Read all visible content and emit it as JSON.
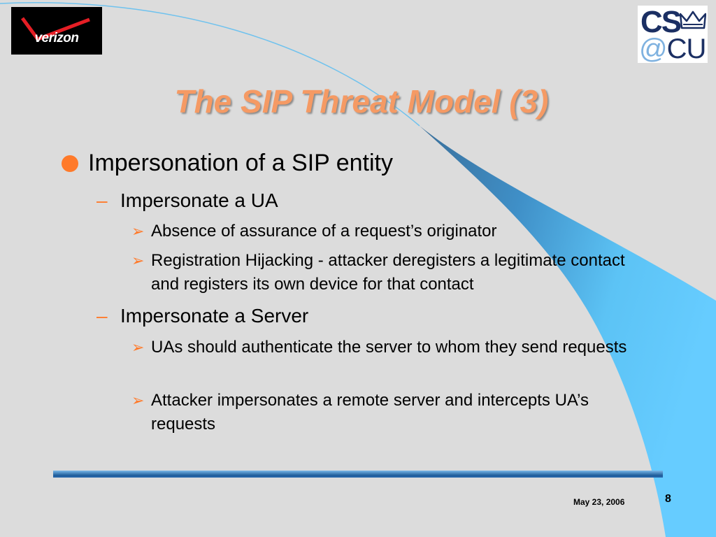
{
  "logos": {
    "left_wordmark": "verizon",
    "right_top": "CS",
    "right_bottom_at": "@",
    "right_bottom_rest": "CU",
    "right_icon": "crown-icon"
  },
  "title": "The SIP Threat Model (3)",
  "outline": [
    {
      "level": 1,
      "text": "Impersonation of a SIP entity"
    },
    {
      "level": 2,
      "text": "Impersonate a UA"
    },
    {
      "level": 3,
      "text": "Absence of assurance of a request’s originator"
    },
    {
      "level": 3,
      "text": "Registration Hijacking - attacker deregisters a legitimate contact and registers its own device for that contact"
    },
    {
      "level": 2,
      "text": "Impersonate a Server"
    },
    {
      "level": 3,
      "text": "UAs should authenticate the server to whom they send requests"
    },
    {
      "level": 3,
      "text": "Attacker impersonates a remote server and intercepts UA’s requests"
    }
  ],
  "bullets": {
    "level2_dash": "–",
    "level3_arrow": "➢"
  },
  "footer": {
    "date": "May 23, 2006",
    "page": "8"
  },
  "colors": {
    "background": "#dcdcdc",
    "title": "#f59a64",
    "bullet": "#ff7a2a",
    "swoosh_light": "#5bc4f6",
    "swoosh_dark": "#2a5f8e"
  }
}
